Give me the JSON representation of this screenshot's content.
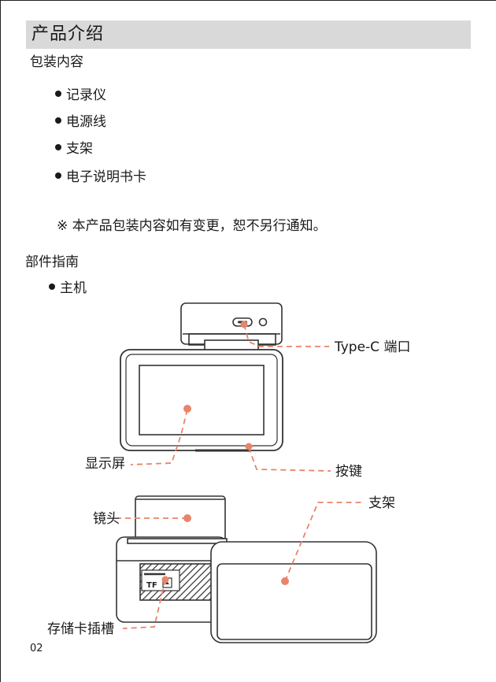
{
  "section": {
    "title": "产品介绍"
  },
  "package": {
    "heading": "包装内容",
    "items": [
      "记录仪",
      "电源线",
      "支架",
      "电子说明书卡"
    ],
    "note": "※ 本产品包装内容如有变更，恕不另行通知。"
  },
  "parts": {
    "heading": "部件指南",
    "main_unit": "主机",
    "labels": {
      "type_c": "Type-C 端口",
      "screen": "显示屏",
      "buttons": "按键",
      "lens": "镜头",
      "mount": "支架",
      "card_slot": "存储卡插槽",
      "tf_mark": "TF"
    }
  },
  "page_number": "02",
  "colors": {
    "accent": "#e8846a",
    "section_bar": "#d9d9d9"
  }
}
